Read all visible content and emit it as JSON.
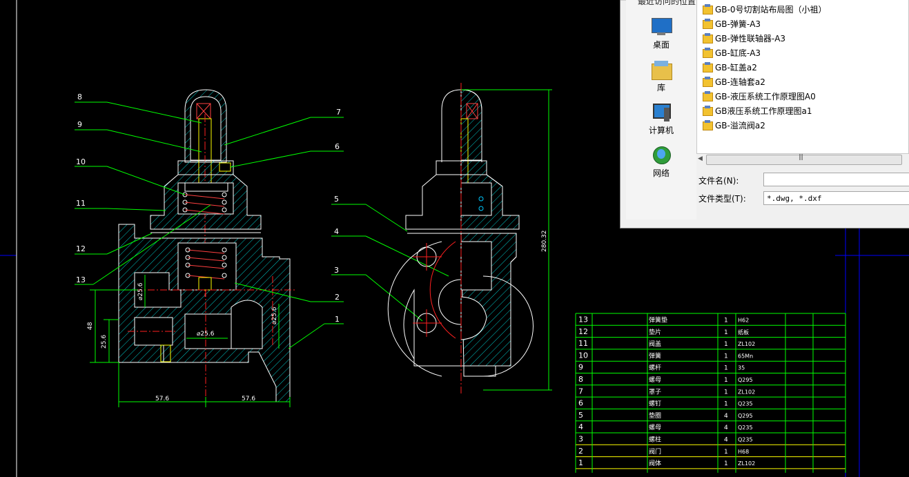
{
  "drawing": {
    "part_balloons": [
      "8",
      "9",
      "10",
      "11",
      "12",
      "13",
      "7",
      "6",
      "5",
      "4",
      "3",
      "2",
      "1"
    ],
    "dims": {
      "d_phi_256_a": "⌀25.6",
      "d_phi_256_b": "⌀25.6",
      "d_phi_256_c": "⌀25.6",
      "d_48": "48",
      "d_256": "25.6",
      "d_576_left": "57.6",
      "d_576_right": "57.6",
      "d_height": "280.32"
    }
  },
  "bom": {
    "rows": [
      {
        "no": "13",
        "name": "弹簧垫",
        "qty": "1",
        "material": "H62"
      },
      {
        "no": "12",
        "name": "垫片",
        "qty": "1",
        "material": "纸板"
      },
      {
        "no": "11",
        "name": "阀盖",
        "qty": "1",
        "material": "ZL102"
      },
      {
        "no": "10",
        "name": "弹簧",
        "qty": "1",
        "material": "65Mn"
      },
      {
        "no": "9",
        "name": "螺杆",
        "qty": "1",
        "material": "35"
      },
      {
        "no": "8",
        "name": "螺母",
        "qty": "1",
        "material": "Q295"
      },
      {
        "no": "7",
        "name": "罩子",
        "qty": "1",
        "material": "ZL102"
      },
      {
        "no": "6",
        "name": "螺钉",
        "qty": "1",
        "material": "Q235"
      },
      {
        "no": "5",
        "name": "垫圈",
        "qty": "4",
        "material": "Q295"
      },
      {
        "no": "4",
        "name": "螺母",
        "qty": "4",
        "material": "Q235"
      },
      {
        "no": "3",
        "name": "螺柱",
        "qty": "4",
        "material": "Q235"
      },
      {
        "no": "2",
        "name": "阀门",
        "qty": "1",
        "material": "H68"
      },
      {
        "no": "1",
        "name": "阀体",
        "qty": "1",
        "material": "ZL102"
      }
    ]
  },
  "dialog": {
    "recent_places_label": "最近访问的位置",
    "places": [
      {
        "label": "桌面",
        "icon": "desktop-icon"
      },
      {
        "label": "库",
        "icon": "library-icon"
      },
      {
        "label": "计算机",
        "icon": "computer-icon"
      },
      {
        "label": "网络",
        "icon": "network-icon"
      }
    ],
    "files": [
      "GB-0号切割站布局图（小祖）",
      "GB-弹簧-A3",
      "GB-弹性联轴器-A3",
      "GB-缸底-A3",
      "GB-缸盖a2",
      "GB-连轴套a2",
      "GB-液压系统工作原理图A0",
      "GB液压系统工作原理图a1",
      "GB-溢流阀a2"
    ],
    "filename_label": "文件名(N):",
    "filename_value": "",
    "filetype_label": "文件类型(T):",
    "filetype_value": "*.dwg, *.dxf"
  }
}
